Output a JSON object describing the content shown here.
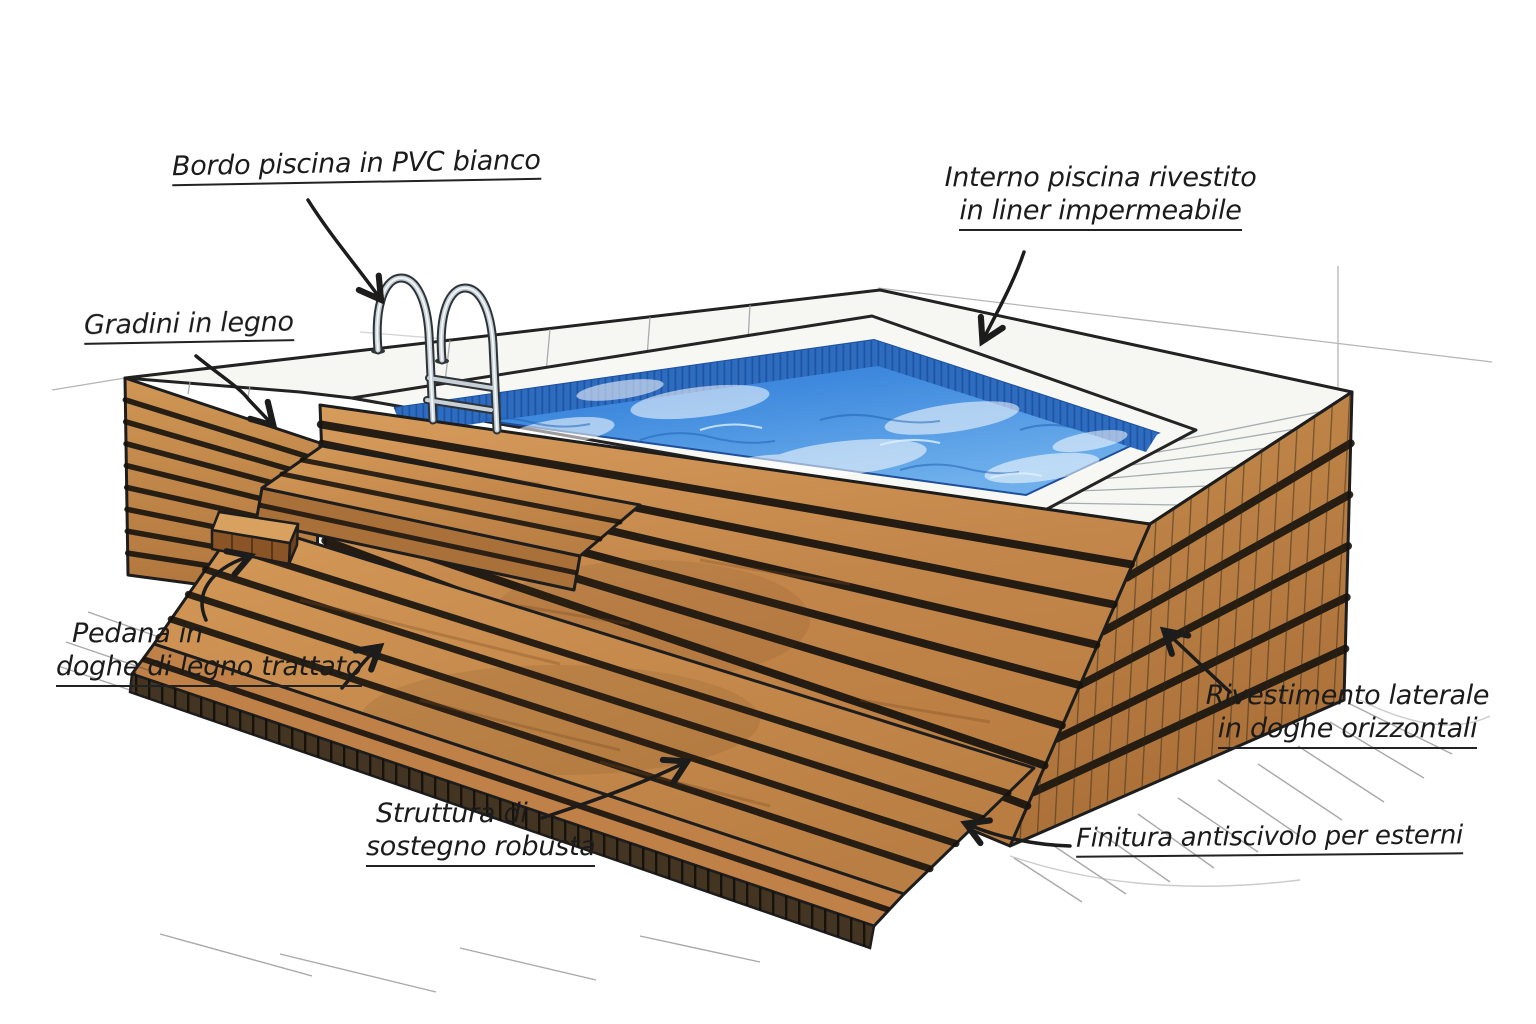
{
  "labels": {
    "bordo_piscina": {
      "line1": "Bordo piscina in PVC bianco"
    },
    "interno_piscina": {
      "line1": "Interno piscina rivestito",
      "line2": "in liner impermeabile"
    },
    "gradini": {
      "line1": "Gradini in legno"
    },
    "pedana": {
      "line1": "Pedana in",
      "line2": "doghe di legno trattato"
    },
    "struttura": {
      "line1": "Struttura di",
      "line2": "sostegno robusta"
    },
    "rivestimento": {
      "line1": "Rivestimento laterale",
      "line2": "in doghe orizzontali"
    },
    "finitura": {
      "line1": "Finitura antiscivolo per esterni"
    }
  },
  "colors": {
    "background": "#ffffff",
    "ink": "#1c1c1c",
    "water_blue": "#2f77cf",
    "water_deep": "#1d5cb0",
    "liner_blue": "#2e6cc0",
    "coping_white": "#f7f7f4",
    "wood": "#c8904f",
    "wood_dark": "#8a5a2e",
    "plank_gap": "#17130e",
    "chrome": "#c7d0d7"
  }
}
